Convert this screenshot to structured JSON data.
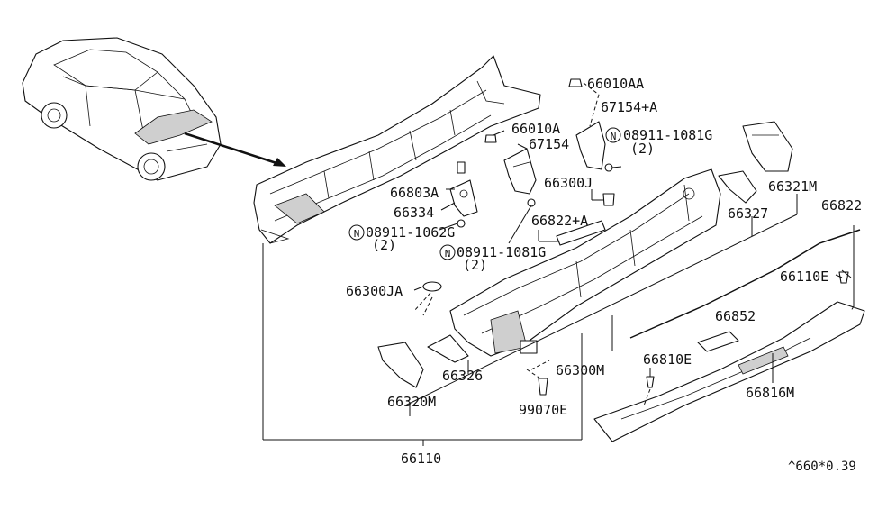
{
  "labels": {
    "p66010AA": "66010AA",
    "p67154A": "67154+A",
    "p66010A": "66010A",
    "p67154": "67154",
    "p08911_1081G_top": "08911-1081G",
    "p08911_1081G_top_qty": "(2)",
    "p66321M": "66321M",
    "p66822": "66822",
    "p66803A": "66803A",
    "p66300J": "66300J",
    "p66327": "66327",
    "p66334": "66334",
    "p66822A": "66822+A",
    "p08911_1062G": "08911-1062G",
    "p08911_1062G_qty": "(2)",
    "p08911_1081G_mid": "08911-1081G",
    "p08911_1081G_mid_qty": "(2)",
    "p66110E": "66110E",
    "p66300JA": "66300JA",
    "p66852": "66852",
    "p66810E": "66810E",
    "p66326": "66326",
    "p66300M": "66300M",
    "p66816M": "66816M",
    "p66320M": "66320M",
    "p99070E": "99070E",
    "p66110": "66110",
    "nut_symbol": "N",
    "ref_code": "^660*0.39"
  }
}
